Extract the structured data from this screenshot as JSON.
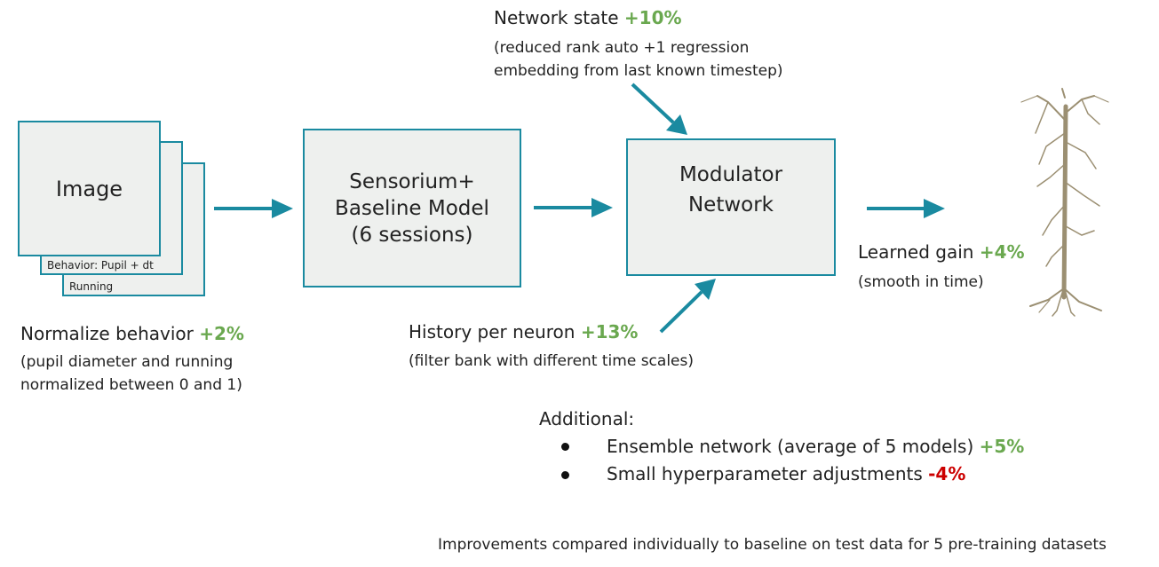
{
  "stack": {
    "image_label": "Image",
    "behavior_label": "Behavior: Pupil + dt",
    "running_label": "Running"
  },
  "baseline": {
    "line1": "Sensorium+",
    "line2": "Baseline Model",
    "line3": "(6 sessions)"
  },
  "modulator": {
    "line1": "Modulator",
    "line2": "Network"
  },
  "network_state": {
    "title": "Network state",
    "gain": "+10%",
    "desc1": "(reduced rank auto +1 regression",
    "desc2": "embedding from last known timestep)"
  },
  "history": {
    "title": "History per neuron",
    "gain": "+13%",
    "desc": "(filter bank with different time scales)"
  },
  "normalize": {
    "title": "Normalize behavior",
    "gain": "+2%",
    "desc1": "(pupil diameter and running",
    "desc2": "normalized between 0 and 1)"
  },
  "learned_gain": {
    "title": "Learned gain",
    "gain": "+4%",
    "desc": "(smooth in  time)"
  },
  "additional": {
    "title": "Additional:",
    "items": [
      {
        "text": "Ensemble network (average of 5 models)",
        "delta": "+5%"
      },
      {
        "text": "Small hyperparameter adjustments",
        "delta": "-4%"
      }
    ]
  },
  "footer": "Improvements compared individually to baseline on test data for 5 pre-training datasets",
  "colors": {
    "arrow": "#1a8aa0",
    "box_fill": "#eef0ee",
    "gain": "#6aa84f",
    "loss": "#cc0000",
    "neuron": "#9b8f72"
  },
  "icons": [
    "neuron-icon",
    "bullet-icon"
  ]
}
